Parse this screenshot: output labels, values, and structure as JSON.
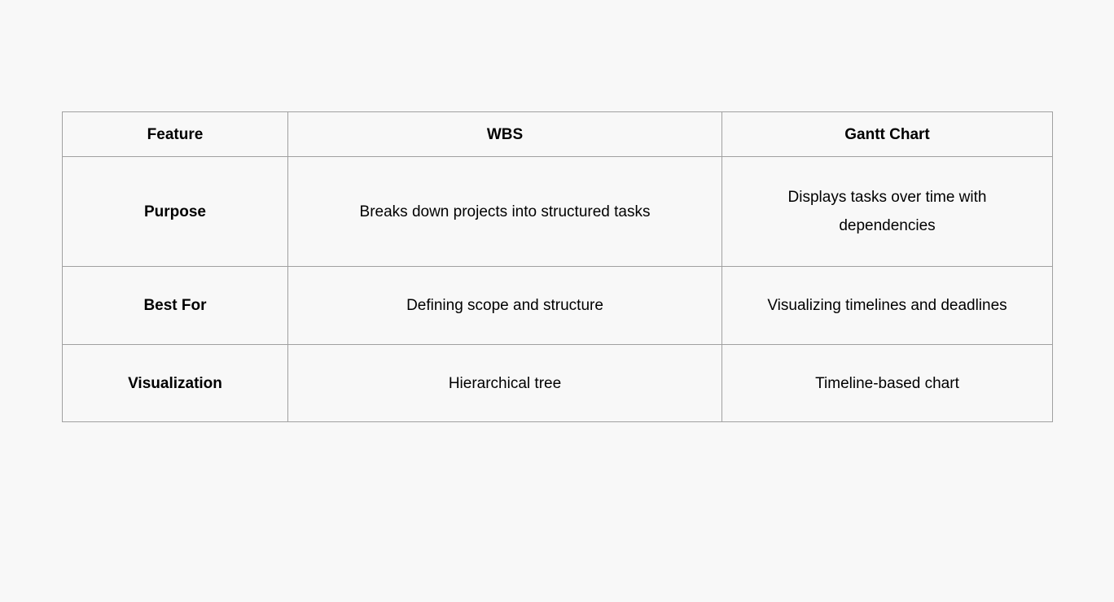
{
  "colors": {
    "page_background": "#f8f8f8",
    "table_border": "#a0a0a0",
    "text": "#000000"
  },
  "table": {
    "columns": [
      "Feature",
      "WBS",
      "Gantt Chart"
    ],
    "rows": [
      {
        "feature": "Purpose",
        "wbs": "Breaks down projects into structured tasks",
        "gantt": "Displays tasks over time with dependencies"
      },
      {
        "feature": "Best For",
        "wbs": "Defining scope and structure",
        "gantt": "Visualizing timelines and deadlines"
      },
      {
        "feature": "Visualization",
        "wbs": "Hierarchical tree",
        "gantt": "Timeline-based chart"
      }
    ]
  }
}
